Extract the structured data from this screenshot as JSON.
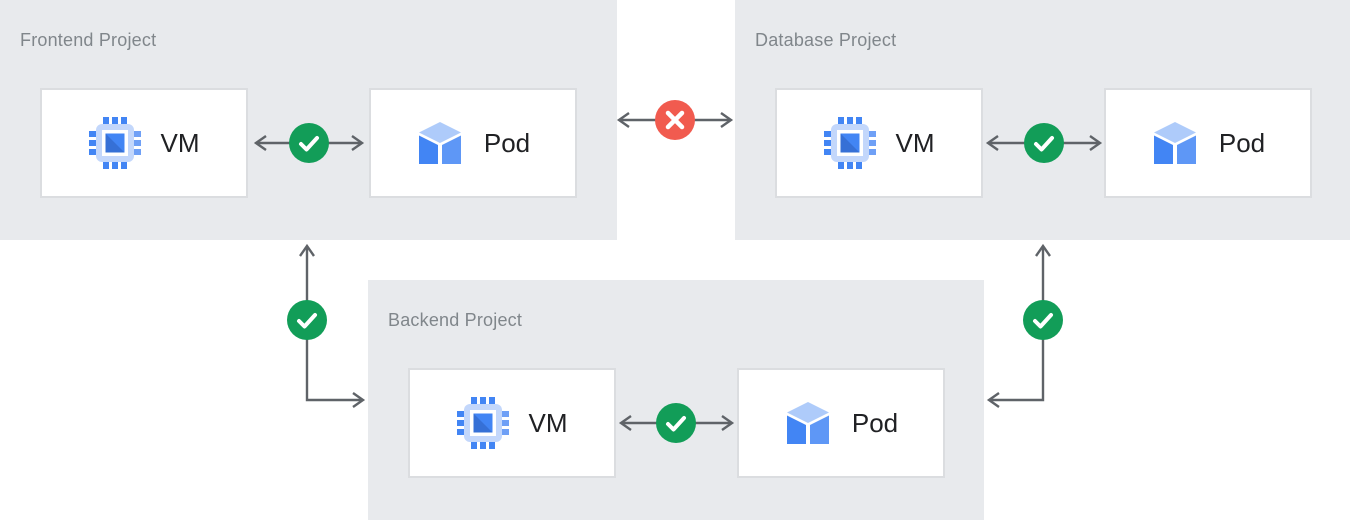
{
  "colors": {
    "panel_bg": "#E8EAED",
    "box_border": "#DBDDE0",
    "arrow": "#5F6368",
    "status_ok": "#129D58",
    "status_blocked": "#F15B4F",
    "status_glyph": "#FFFFFF",
    "title_text": "#80868B",
    "label_text": "#202124",
    "vm_body": "#C3D7FB",
    "vm_core": "#4285F4",
    "vm_core_shade": "#3670D6",
    "vm_pin": "#4285F4",
    "vm_pin_light": "#6FA0F6",
    "pod_top": "#AECBFA",
    "pod_left": "#4285F4",
    "pod_right": "#5E97F6"
  },
  "projects": [
    {
      "id": "frontend",
      "title": "Frontend Project",
      "nodes": [
        {
          "kind": "vm",
          "label": "VM",
          "icon": "compute-engine-chip-icon"
        },
        {
          "kind": "pod",
          "label": "Pod",
          "icon": "pod-cube-icon"
        }
      ]
    },
    {
      "id": "database",
      "title": "Database Project",
      "nodes": [
        {
          "kind": "vm",
          "label": "VM",
          "icon": "compute-engine-chip-icon"
        },
        {
          "kind": "pod",
          "label": "Pod",
          "icon": "pod-cube-icon"
        }
      ]
    },
    {
      "id": "backend",
      "title": "Backend Project",
      "nodes": [
        {
          "kind": "vm",
          "label": "VM",
          "icon": "compute-engine-chip-icon"
        },
        {
          "kind": "pod",
          "label": "Pod",
          "icon": "pod-cube-icon"
        }
      ]
    }
  ],
  "connections": [
    {
      "from": "frontend-vm",
      "to": "frontend-pod",
      "status": "allowed",
      "badge": "check-circle"
    },
    {
      "from": "database-vm",
      "to": "database-pod",
      "status": "allowed",
      "badge": "check-circle"
    },
    {
      "from": "backend-vm",
      "to": "backend-pod",
      "status": "allowed",
      "badge": "check-circle"
    },
    {
      "from": "frontend-project",
      "to": "database-project",
      "status": "blocked",
      "badge": "x-circle"
    },
    {
      "from": "frontend-project",
      "to": "backend-project",
      "status": "allowed",
      "badge": "check-circle"
    },
    {
      "from": "database-project",
      "to": "backend-project",
      "status": "allowed",
      "badge": "check-circle"
    }
  ]
}
